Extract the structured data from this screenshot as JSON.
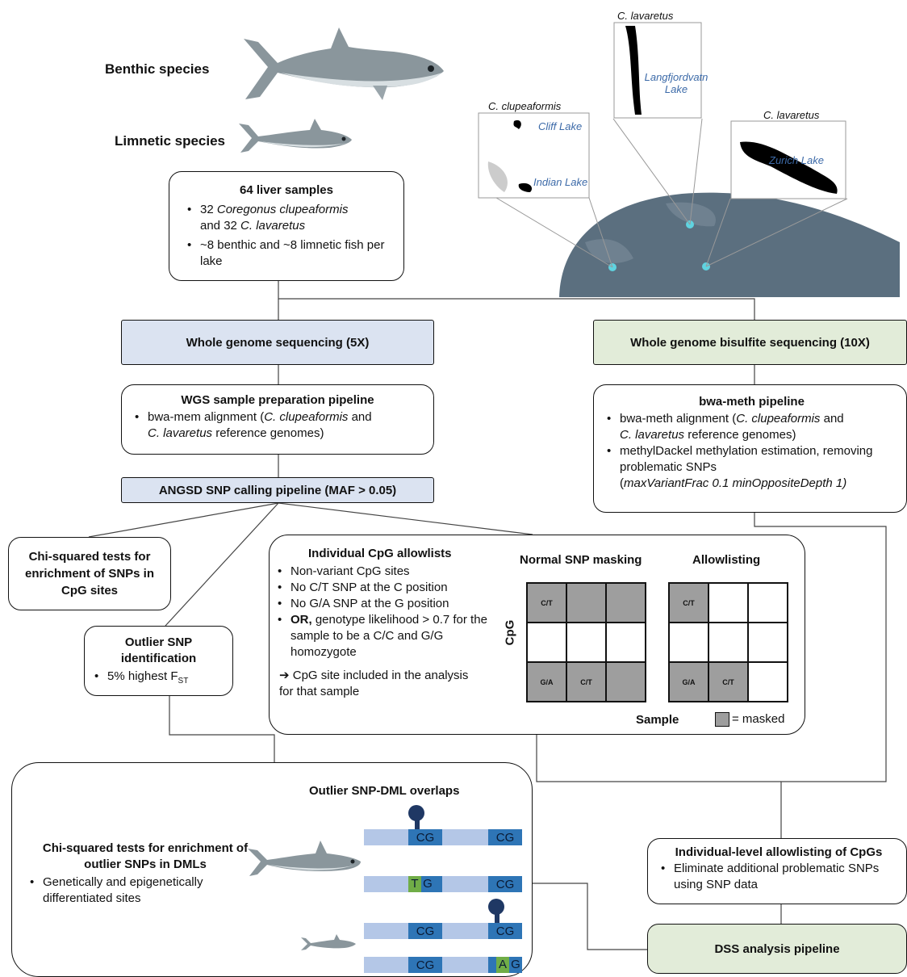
{
  "species": {
    "benthic": "Benthic species",
    "limnetic": "Limnetic species"
  },
  "samples": {
    "title": "64 liver samples",
    "bullet1_a": "32 ",
    "bullet1_b": "Coregonus clupeaformis",
    "bullet1_c": "and 32 ",
    "bullet1_d": "C. lavaretus",
    "bullet2": "~8 benthic and ~8 limnetic fish per lake"
  },
  "map": {
    "inset1_species": "C. clupeaformis",
    "inset1_lake_a": "Cliff Lake",
    "inset1_lake_b": "Indian Lake",
    "inset2_species": "C. lavaretus",
    "inset2_lake": "Langfjordvatn Lake",
    "inset3_species": "C. lavaretus",
    "inset3_lake": "Zurich Lake"
  },
  "wgs": {
    "title": "Whole genome sequencing (5X)"
  },
  "wgbs": {
    "title": "Whole genome bisulfite sequencing (10X)"
  },
  "wgs_prep": {
    "title": "WGS sample preparation pipeline",
    "b1_a": "bwa-mem alignment (",
    "b1_b": "C. clupeaformis",
    "b1_c": " and",
    "b1_d": "C. lavaretus",
    "b1_e": " reference genomes)"
  },
  "bwameth": {
    "title": "bwa-meth pipeline",
    "b1_a": "bwa-meth alignment (",
    "b1_b": "C. clupeaformis",
    "b1_c": " and",
    "b1_d": "C. lavaretus",
    "b1_e": " reference genomes)",
    "b2_a": "methylDackel methylation estimation, removing problematic SNPs",
    "b2_b": "(",
    "b2_c": "maxVariantFrac 0.1 minOppositeDepth 1)"
  },
  "angsd": {
    "title": "ANGSD SNP calling pipeline (MAF > 0.05)"
  },
  "chisq": {
    "title": "Chi-squared tests for enrichment of SNPs in CpG sites"
  },
  "outlier": {
    "title": "Outlier SNP identification",
    "bullet": "5% highest F",
    "sub": "ST"
  },
  "allowlist": {
    "title": "Individual CpG allowlists",
    "b1": "Non-variant CpG sites",
    "b2": "No C/T SNP at the C position",
    "b3": "No G/A SNP at the G position",
    "b4_bold": "OR,",
    "b4_rest": " genotype likelihood > 0.7 for the sample to be a C/C and G/G homozygote",
    "arrow_text": "CpG site included in the analysis for that sample",
    "normal_label": "Normal SNP masking",
    "allow_label": "Allowlisting",
    "cpg_axis": "CpG",
    "sample_axis": "Sample",
    "legend": "= masked",
    "normal_grid": [
      [
        "C/T",
        "",
        ""
      ],
      [
        "",
        "",
        ""
      ],
      [
        "G/A",
        "C/T",
        ""
      ]
    ],
    "normal_mask": [
      [
        1,
        1,
        1
      ],
      [
        0,
        0,
        0
      ],
      [
        1,
        1,
        1
      ]
    ],
    "allow_grid": [
      [
        "C/T",
        "",
        ""
      ],
      [
        "",
        "",
        ""
      ],
      [
        "G/A",
        "C/T",
        ""
      ]
    ],
    "allow_mask": [
      [
        1,
        0,
        0
      ],
      [
        0,
        0,
        0
      ],
      [
        1,
        1,
        0
      ]
    ]
  },
  "overlap": {
    "title": "Outlier SNP-DML overlaps",
    "chi_title": "Chi-squared tests for enrichment of outlier SNPs in DMLs",
    "bullet": "Genetically and epigenetically differentiated sites",
    "cg": "CG",
    "tg_t": "T",
    "tg_g": "G",
    "ag_a": "A",
    "ag_g": "G"
  },
  "individual": {
    "title": "Individual-level allowlisting of CpGs",
    "bullet": "Eliminate additional problematic SNPs using SNP data"
  },
  "dss": {
    "title": "DSS analysis pipeline"
  },
  "colors": {
    "wgs_fill": "#dbe3f1",
    "wgbs_fill": "#e2ecd9",
    "masked": "#9e9e9e",
    "strand": "#b4c7e7",
    "cg": "#2e75b6",
    "snp": "#70ad47",
    "methyl": "#1f3864",
    "globe": "#5b6f7f",
    "lake_site": "#5fd3e0"
  }
}
